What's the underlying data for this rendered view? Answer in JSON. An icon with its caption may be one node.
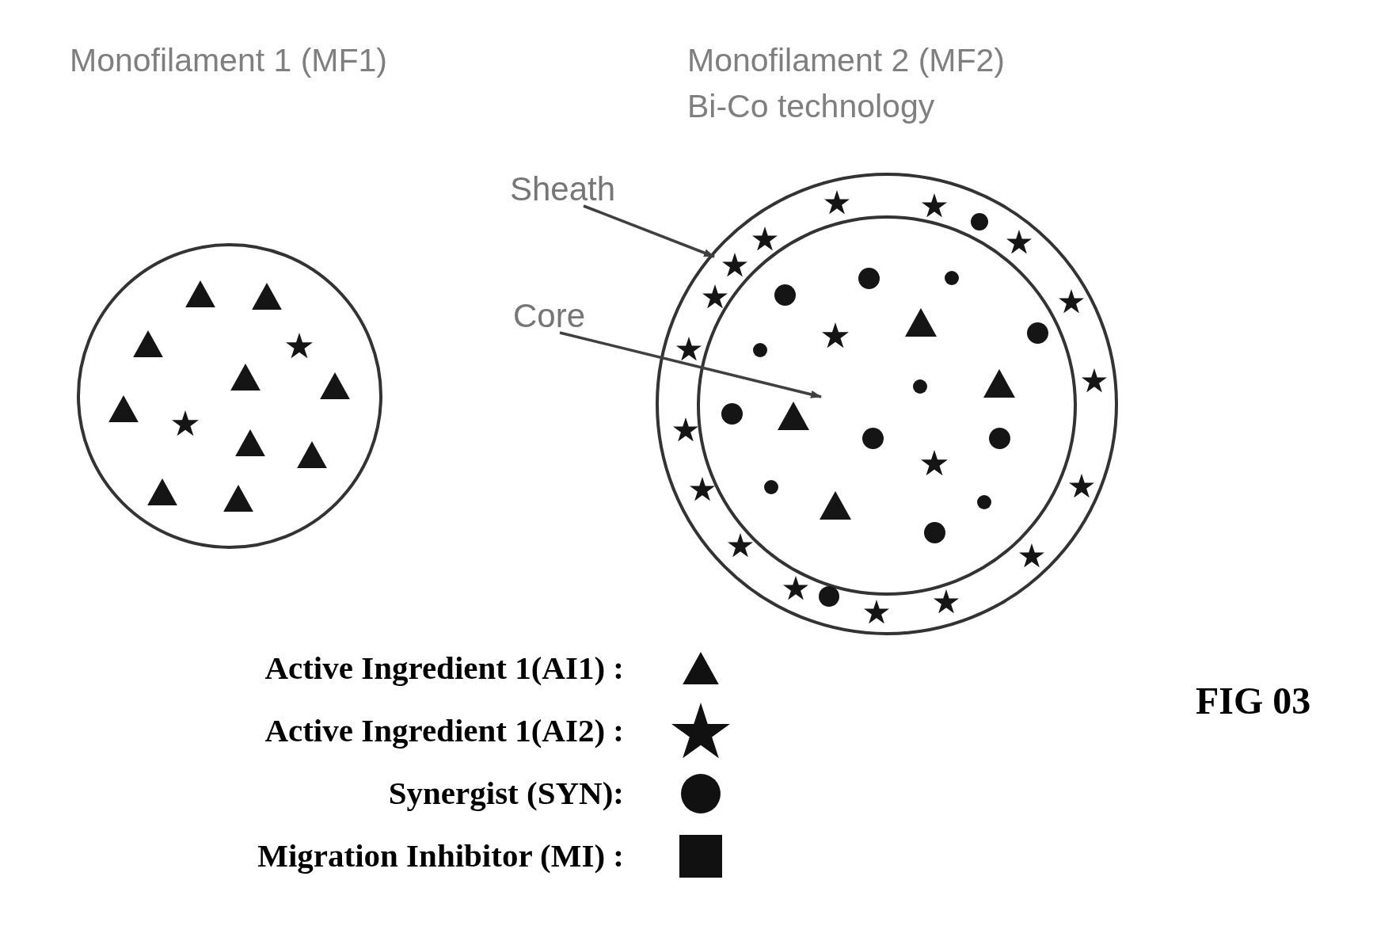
{
  "diagram": {
    "nodes": [
      {
        "text": [],
        "shape": "circle"
      },
      {
        "text": [],
        "shape": "circle"
      },
      {
        "text": [],
        "shape": "circle",
        "in": 1
      },
      {
        "text": [
          "Sheath"
        ]
      },
      {
        "text": [
          "Core"
        ]
      }
    ],
    "edges": [
      {
        "from": 3,
        "to": 1,
        "arrow": "to"
      },
      {
        "from": 4,
        "to": 2,
        "arrow": "to"
      }
    ],
    "labels": [
      "Monofilament 1 (MF1)",
      "Monofilament 2 (MF2)",
      "Bi-Co technology",
      "FIG 03"
    ],
    "legend": [
      {
        "text": "Active Ingredient 1(AI1) :"
      },
      {
        "text": "Active Ingredient 1(AI2) :"
      },
      {
        "text": "Synergist (SYN):"
      },
      {
        "text": "Migration Inhibitor (MI) :"
      }
    ]
  }
}
